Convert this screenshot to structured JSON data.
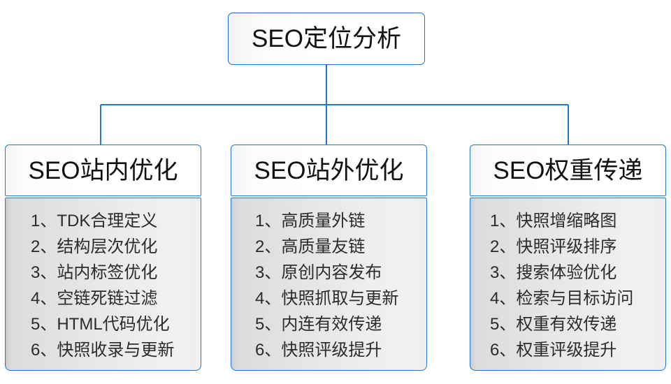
{
  "diagram": {
    "type": "org-tree",
    "root": {
      "label": "SEO定位分析"
    },
    "branches": [
      {
        "header": "SEO站内优化",
        "items": [
          "1、TDK合理定义",
          "2、结构层次优化",
          "3、站内标签优化",
          "4、空链死链过滤",
          "5、HTML代码优化",
          "6、快照收录与更新"
        ]
      },
      {
        "header": "SEO站外优化",
        "items": [
          "1、高质量外链",
          "2、高质量友链",
          "3、原创内容发布",
          "4、快照抓取与更新",
          "5、内连有效传递",
          "6、快照评级提升"
        ]
      },
      {
        "header": "SEO权重传递",
        "items": [
          "1、快照增缩略图",
          "2、快照评级排序",
          "3、搜索体验优化",
          "4、检索与目标访问",
          "5、权重有效传递",
          "6、权重评级提升"
        ]
      }
    ],
    "colors": {
      "border": "#2079c8",
      "connector": "#2079c8",
      "header_background": "#ffffff",
      "body_background": "#e8e8e8",
      "text": "#111111",
      "item_text": "#2b2b2b",
      "canvas": "#ffffff"
    }
  }
}
